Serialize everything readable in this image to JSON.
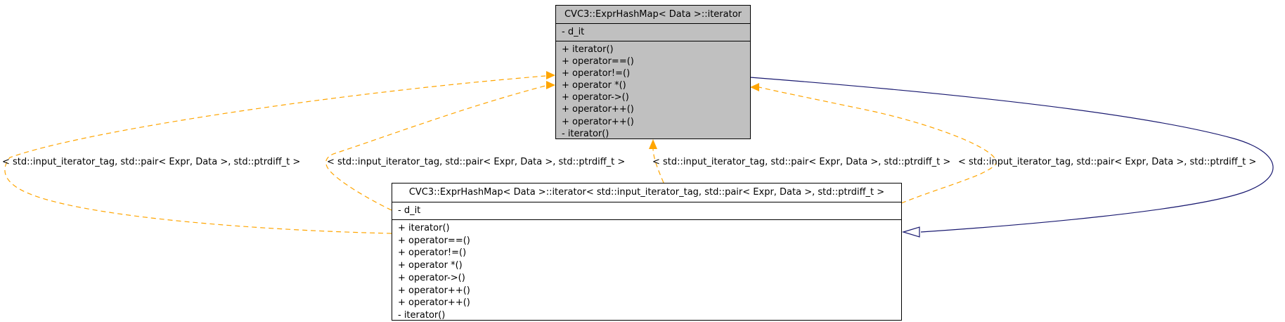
{
  "diagram": {
    "classes": [
      {
        "name": "CVC3::ExprHashMap< Data >::iterator",
        "attributes": [
          "- d_it"
        ],
        "methods": [
          "+ iterator()",
          "+ operator==()",
          "+ operator!=()",
          "+ operator *()",
          "+ operator->()",
          "+ operator++()",
          "+ operator++()",
          "- iterator()"
        ]
      },
      {
        "name": "CVC3::ExprHashMap< Data >::iterator< std::input_iterator_tag, std::pair< Expr, Data >, std::ptrdiff_t >",
        "attributes": [
          "- d_it"
        ],
        "methods": [
          "+ iterator()",
          "+ operator==()",
          "+ operator!=()",
          "+ operator *()",
          "+ operator->()",
          "+ operator++()",
          "+ operator++()",
          "- iterator()"
        ]
      }
    ],
    "edge_labels": [
      "< std::input_iterator_tag, std::pair< Expr, Data >, std::ptrdiff_t >",
      "< std::input_iterator_tag, std::pair< Expr, Data >, std::ptrdiff_t >",
      "< std::input_iterator_tag, std::pair< Expr, Data >, std::ptrdiff_t >",
      "< std::input_iterator_tag, std::pair< Expr, Data >, std::ptrdiff_t >"
    ],
    "colors": {
      "template_edge": "#ffa500",
      "inheritance_edge": "#191970",
      "focus_class_fill": "#c0c0c0",
      "class_fill": "#ffffff",
      "border": "#000000"
    }
  }
}
